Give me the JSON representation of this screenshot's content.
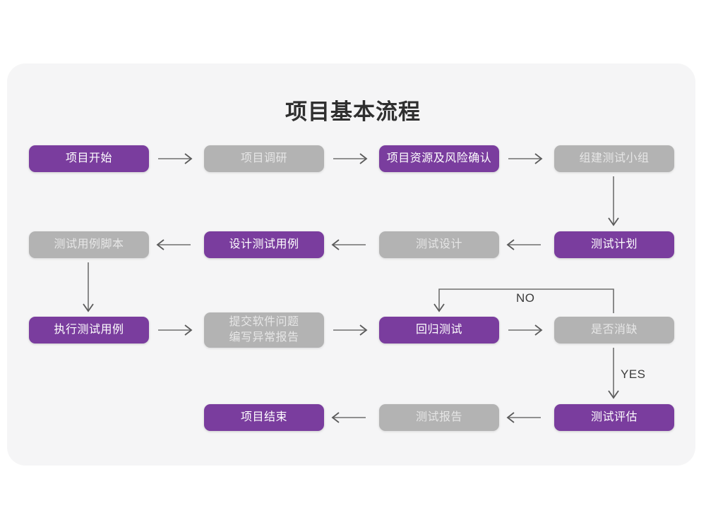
{
  "page": {
    "title": "项目基本流程",
    "background_color": "#ffffff",
    "panel_color": "#f5f5f6"
  },
  "theme": {
    "purple": "#7a3d9e",
    "gray": "#b3b3b3",
    "purple_text": "#ffffff",
    "gray_text": "#e6e6e6",
    "connector": "#6f6f6f",
    "title_color": "#2f2f2f"
  },
  "flow": {
    "nodes": [
      {
        "id": "n1",
        "label": "项目开始",
        "style": "purple",
        "row": 1,
        "col": 1
      },
      {
        "id": "n2",
        "label": "项目调研",
        "style": "gray",
        "row": 1,
        "col": 2
      },
      {
        "id": "n3",
        "label": "项目资源及风险确认",
        "style": "purple",
        "row": 1,
        "col": 3
      },
      {
        "id": "n4",
        "label": "组建测试小组",
        "style": "gray",
        "row": 1,
        "col": 4
      },
      {
        "id": "n5",
        "label": "测试用例脚本",
        "style": "gray",
        "row": 2,
        "col": 1
      },
      {
        "id": "n6",
        "label": "设计测试用例",
        "style": "purple",
        "row": 2,
        "col": 2
      },
      {
        "id": "n7",
        "label": "测试设计",
        "style": "gray",
        "row": 2,
        "col": 3
      },
      {
        "id": "n8",
        "label": "测试计划",
        "style": "purple",
        "row": 2,
        "col": 4
      },
      {
        "id": "n9",
        "label": "执行测试用例",
        "style": "purple",
        "row": 3,
        "col": 1
      },
      {
        "id": "n10",
        "label": "提交软件问题",
        "label2": "编写异常报告",
        "style": "gray",
        "row": 3,
        "col": 2
      },
      {
        "id": "n11",
        "label": "回归测试",
        "style": "purple",
        "row": 3,
        "col": 3
      },
      {
        "id": "n12",
        "label": "是否消缺",
        "style": "gray",
        "row": 3,
        "col": 4
      },
      {
        "id": "n13",
        "label": "项目结束",
        "style": "purple",
        "row": 4,
        "col": 2
      },
      {
        "id": "n14",
        "label": "测试报告",
        "style": "gray",
        "row": 4,
        "col": 3
      },
      {
        "id": "n15",
        "label": "测试评估",
        "style": "purple",
        "row": 4,
        "col": 4
      }
    ],
    "edge_labels": {
      "no": "NO",
      "yes": "YES"
    },
    "edges": [
      {
        "from": "n1",
        "to": "n2",
        "dir": "right"
      },
      {
        "from": "n2",
        "to": "n3",
        "dir": "right"
      },
      {
        "from": "n3",
        "to": "n4",
        "dir": "right"
      },
      {
        "from": "n4",
        "to": "n8",
        "dir": "down"
      },
      {
        "from": "n8",
        "to": "n7",
        "dir": "left"
      },
      {
        "from": "n7",
        "to": "n6",
        "dir": "left"
      },
      {
        "from": "n6",
        "to": "n5",
        "dir": "left"
      },
      {
        "from": "n5",
        "to": "n9",
        "dir": "down"
      },
      {
        "from": "n9",
        "to": "n10",
        "dir": "right"
      },
      {
        "from": "n10",
        "to": "n11",
        "dir": "right"
      },
      {
        "from": "n11",
        "to": "n12",
        "dir": "right"
      },
      {
        "from": "n12",
        "to": "n11",
        "dir": "loop-up",
        "label": "NO"
      },
      {
        "from": "n12",
        "to": "n15",
        "dir": "down",
        "label": "YES"
      },
      {
        "from": "n15",
        "to": "n14",
        "dir": "left"
      },
      {
        "from": "n14",
        "to": "n13",
        "dir": "left"
      }
    ]
  }
}
